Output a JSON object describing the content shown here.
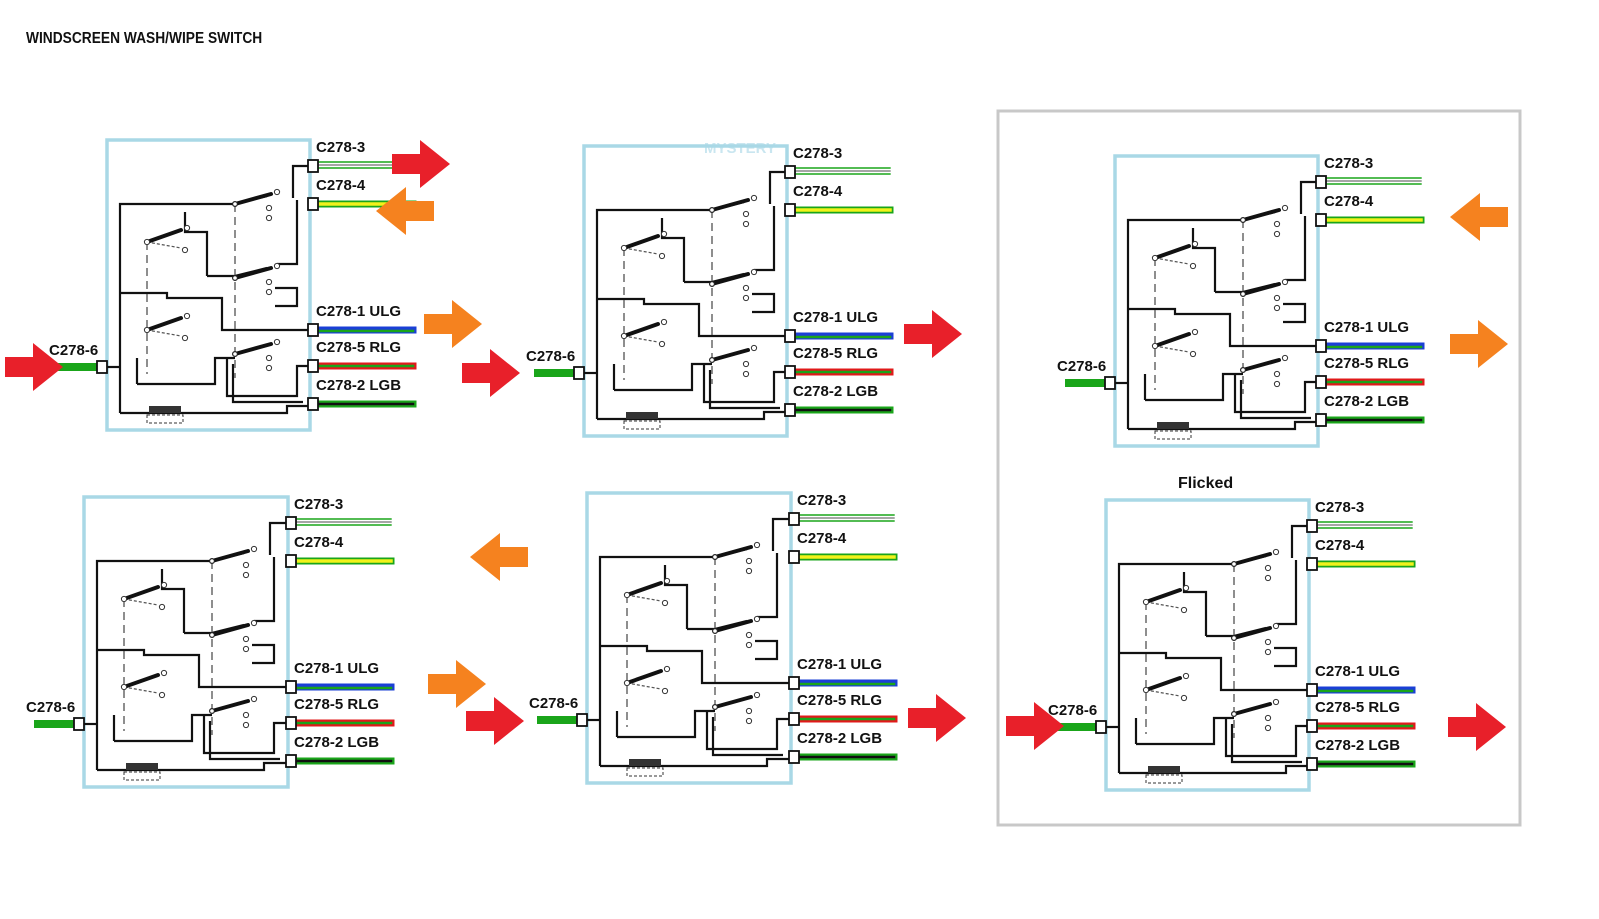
{
  "title": "WINDSCREEN WASH/WIPE SWITCH",
  "watermark": "MYSTERY",
  "group_caption": "Flicked",
  "connectors": {
    "c3": "C278-3",
    "c4": "C278-4",
    "c1": "C278-1  ULG",
    "c5": "C278-5  RLG",
    "c2": "C278-2  LGB",
    "c6": "C278-6"
  },
  "colors": {
    "box_border": "#a9d8e6",
    "group_border": "#c8c8c8",
    "arrow_red": "#e8202a",
    "arrow_orange": "#f5821f",
    "wire_green": "#1aa51a",
    "wire_yellow": "#f2f21a",
    "wire_blue": "#1a3fd6",
    "wire_red": "#e01a1a",
    "wire_black": "#111111",
    "circuit": "#111111"
  },
  "panels": [
    {
      "id": "top-left"
    },
    {
      "id": "top-middle"
    },
    {
      "id": "bottom-left"
    },
    {
      "id": "bottom-middle"
    },
    {
      "id": "right-top"
    },
    {
      "id": "right-bottom-flicked"
    }
  ]
}
